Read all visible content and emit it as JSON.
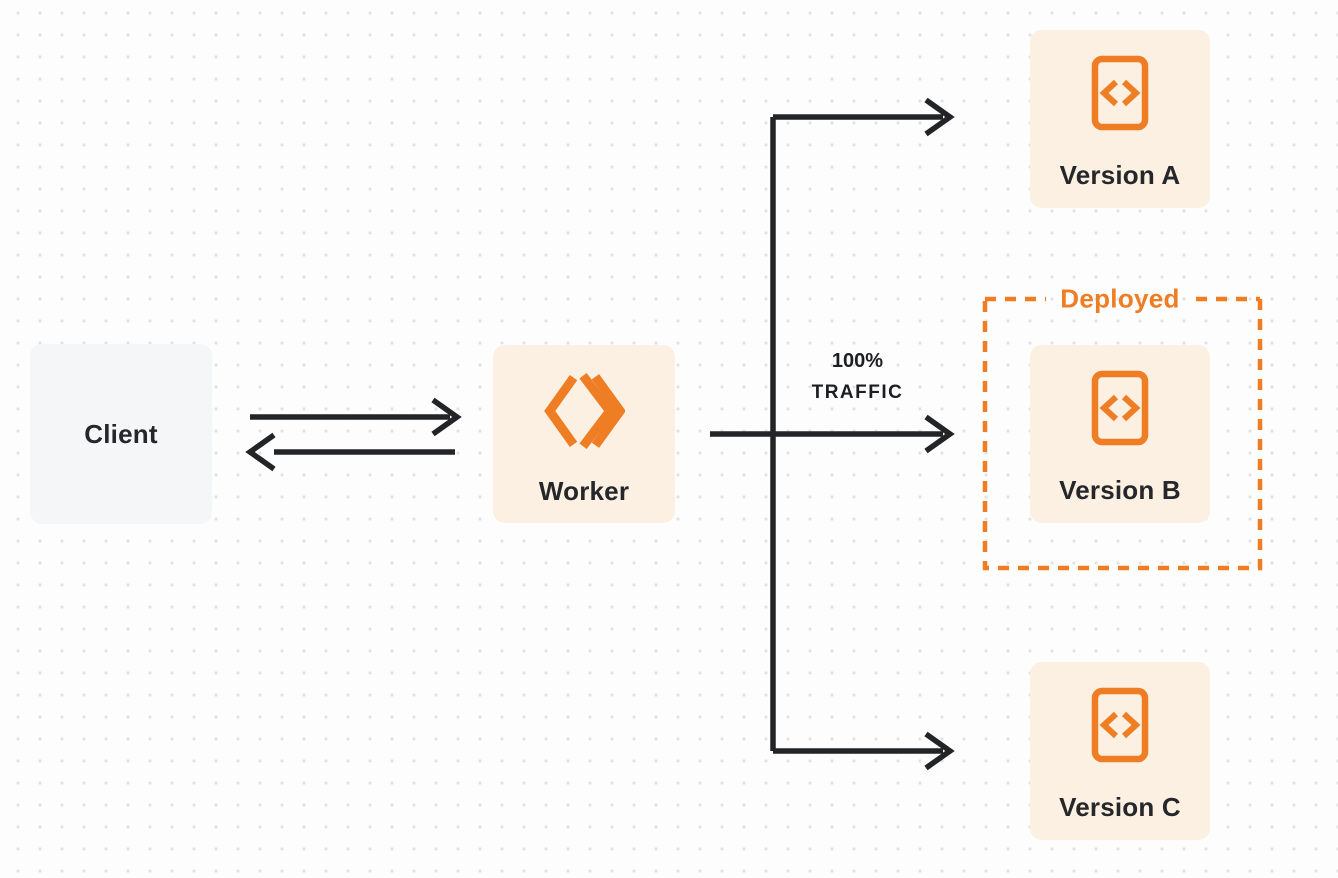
{
  "diagram": {
    "nodes": {
      "client": {
        "label": "Client"
      },
      "worker": {
        "label": "Worker",
        "icon": "workers-double-chevron-icon"
      },
      "version_a": {
        "label": "Version A",
        "icon": "code-file-icon"
      },
      "version_b": {
        "label": "Version B",
        "icon": "code-file-icon"
      },
      "version_c": {
        "label": "Version C",
        "icon": "code-file-icon"
      }
    },
    "deployed_group": {
      "label": "Deployed"
    },
    "traffic_label": {
      "line1": "100%",
      "line2": "TRAFFIC"
    },
    "colors": {
      "orange": "#ee7d23",
      "node_cream": "#fbf0e2",
      "client_gray": "#f5f6f7",
      "arrow_dark": "#232427",
      "background": "#fdfdfd",
      "grid_dot": "#e3e3e5"
    }
  }
}
